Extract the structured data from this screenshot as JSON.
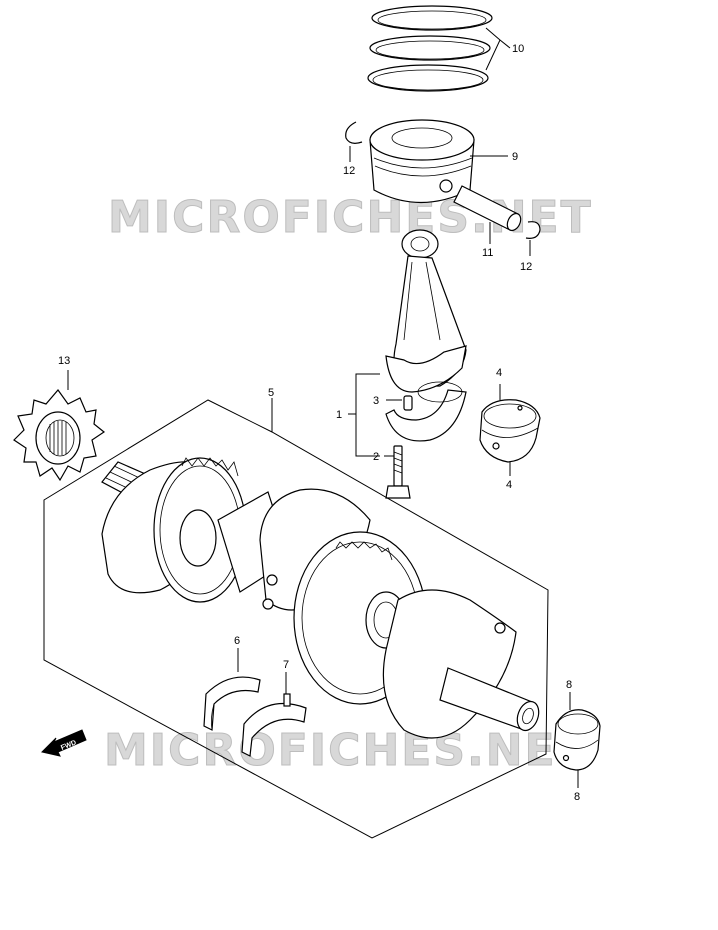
{
  "watermark": {
    "text_top": "MICROFICHES.NET",
    "text_bottom": "MICROFICHES.NET"
  },
  "fwd_label": "FWD",
  "callouts": {
    "c1": "1",
    "c2": "2",
    "c3": "3",
    "c4a": "4",
    "c4b": "4",
    "c5": "5",
    "c6": "6",
    "c7": "7",
    "c8a": "8",
    "c8b": "8",
    "c9": "9",
    "c10": "10",
    "c11": "11",
    "c12a": "12",
    "c12b": "12",
    "c13": "13"
  }
}
